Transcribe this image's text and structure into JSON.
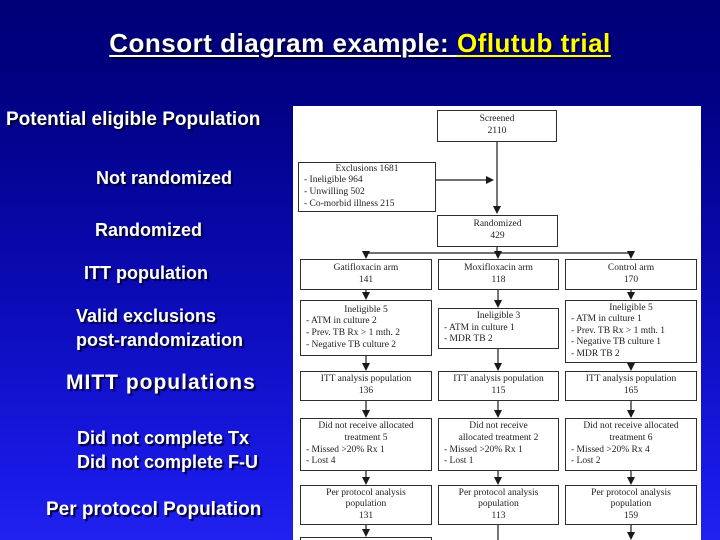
{
  "title": {
    "part1": "Consort diagram example: ",
    "part2": "Oflutub trial"
  },
  "left_labels": [
    {
      "text": "Potential eligible Population"
    },
    {
      "text": "Not randomized"
    },
    {
      "text": "Randomized"
    },
    {
      "text": "ITT population"
    },
    {
      "lines": [
        "Valid exclusions",
        "post-randomization"
      ]
    },
    {
      "text": "MITT populations"
    },
    {
      "lines": [
        "Did not complete Tx",
        "Did not complete F-U"
      ]
    },
    {
      "text": "Per protocol Population"
    }
  ],
  "flowchart": {
    "screened": {
      "title": "Screened",
      "n": "2110"
    },
    "exclusions": {
      "header": "Exclusions 1681",
      "items": [
        "- Ineligible 964",
        "- Unwilling 502",
        "- Co-morbid illness 215"
      ]
    },
    "randomized": {
      "title": "Randomized",
      "n": "429"
    },
    "arms": [
      {
        "name": "Gatifloxacin arm",
        "n": "141"
      },
      {
        "name": "Moxifloxacin arm",
        "n": "118"
      },
      {
        "name": "Control arm",
        "n": "170"
      }
    ],
    "ineligible": [
      {
        "header": "Ineligible 5",
        "items": [
          "- ATM in culture 2",
          "- Prev. TB Rx > 1 mth. 2",
          "- Negative TB culture 2"
        ]
      },
      {
        "header": "Ineligible 3",
        "items": [
          "- ATM in culture 1",
          "- MDR TB 2"
        ]
      },
      {
        "header": "Ineligible 5",
        "items": [
          "- ATM in culture 1",
          "- Prev. TB Rx > 1 mth. 1",
          "- Negative TB culture 1",
          "- MDR TB 2"
        ]
      }
    ],
    "itt": [
      {
        "title": "ITT analysis population",
        "n": "136"
      },
      {
        "title": "ITT analysis population",
        "n": "115"
      },
      {
        "title": "ITT analysis population",
        "n": "165"
      }
    ],
    "not_received": [
      {
        "h1": "Did not receive allocated",
        "h2": "treatment 5",
        "items": [
          "- Missed >20% Rx 1",
          "- Lost 4"
        ]
      },
      {
        "h1": "Did not receive",
        "h2": "allocated treatment 2",
        "items": [
          "- Missed >20% Rx 1",
          "- Lost 1"
        ]
      },
      {
        "h1": "Did not receive allocated",
        "h2": "treatment 6",
        "items": [
          "- Missed >20% Rx 4",
          "- Lost 2"
        ]
      }
    ],
    "per_protocol": [
      {
        "l1": "Per protocol analysis",
        "l2": "population",
        "n": "131"
      },
      {
        "l1": "Per protocol analysis",
        "l2": "population",
        "n": "113"
      },
      {
        "l1": "Per protocol analysis",
        "l2": "population",
        "n": "159"
      }
    ]
  },
  "colors": {
    "bg_top": "#000080",
    "bg_bottom": "#2222f0",
    "title_white": "#ffffff",
    "title_yellow": "#ffff00",
    "label_text": "#ffffff",
    "panel_bg": "#ffffff",
    "box_border": "#2e2e2e"
  }
}
